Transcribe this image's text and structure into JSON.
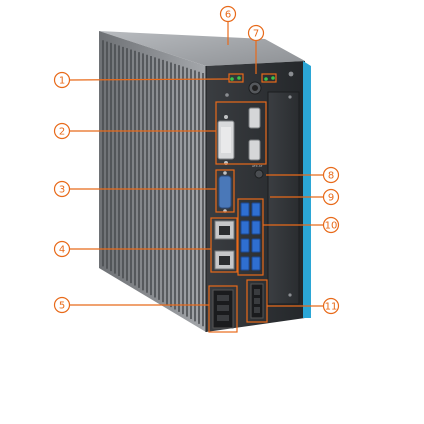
{
  "callouts": [
    {
      "number": "1"
    },
    {
      "number": "2"
    },
    {
      "number": "3"
    },
    {
      "number": "4"
    },
    {
      "number": "5"
    },
    {
      "number": "6"
    },
    {
      "number": "7"
    },
    {
      "number": "8"
    },
    {
      "number": "9"
    },
    {
      "number": "10"
    },
    {
      "number": "11"
    }
  ],
  "colors": {
    "callout": "#e86a1a",
    "chassis_front": "#2e3033",
    "chassis_side": "#8a8d91",
    "accent_stripe": "#2ba6d6",
    "usb_blue": "#2f6fd1",
    "serial_blue": "#4a78b8",
    "led_green": "#3cc34a"
  },
  "icons": {
    "callout_marker": "circled-number-icon",
    "heatsink": "heatsink-fins-icon"
  }
}
